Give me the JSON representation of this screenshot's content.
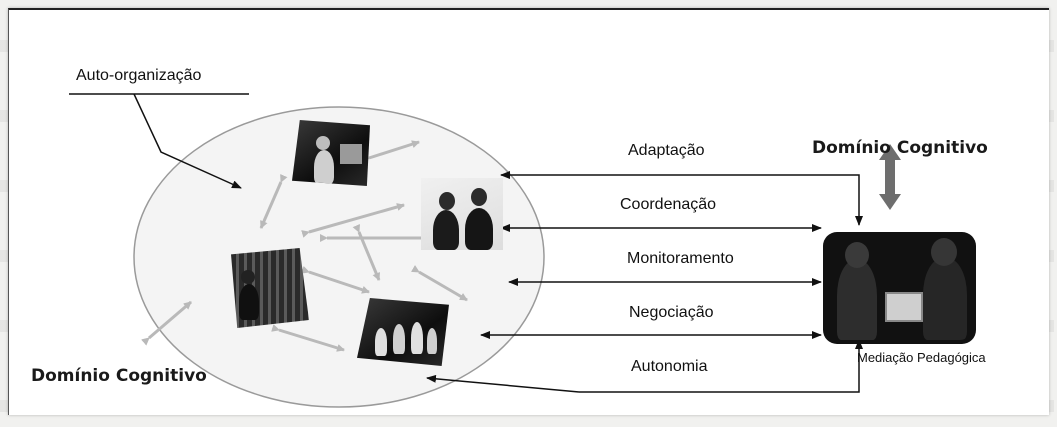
{
  "labels": {
    "auto_organizacao": "Auto-organização",
    "dominio_cognitivo_top": "Domínio Cognitivo",
    "dominio_cognitivo_bottom": "Domínio Cognitivo",
    "mediacao_pedagogica": "Mediação Pedagógica"
  },
  "processes": [
    {
      "label": "Adaptação"
    },
    {
      "label": "Coordenação"
    },
    {
      "label": "Monitoramento"
    },
    {
      "label": "Negociação"
    },
    {
      "label": "Autonomia"
    }
  ],
  "colors": {
    "ink": "#111111",
    "circle_fill": "#f4f4f4",
    "double_arrow_gray": "#b9b9b9",
    "dark_arrow_gray": "#6e6e6e"
  }
}
